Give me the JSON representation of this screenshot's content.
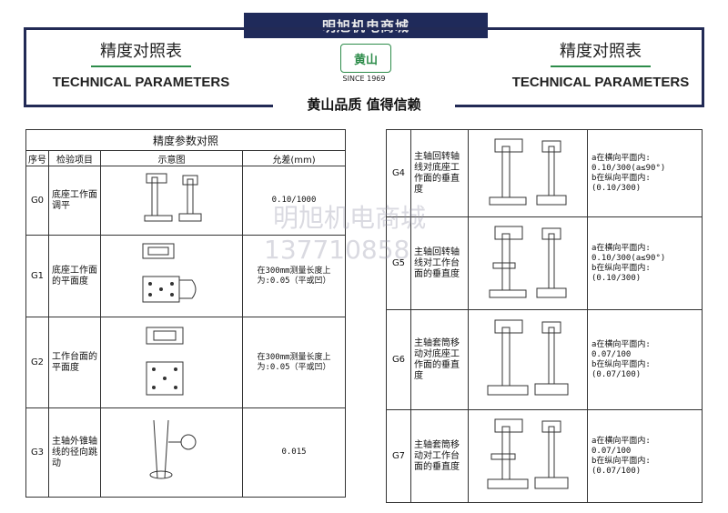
{
  "brand": {
    "top_bar": "明旭机电商城",
    "logo_text": "黄山",
    "since": "SINCE 1969",
    "slogan": "黄山品质 值得信赖"
  },
  "header": {
    "title_cn": "精度对照表",
    "title_en": "TECHNICAL PARAMETERS"
  },
  "left_table": {
    "title": "精度参数对照",
    "columns": [
      "序号",
      "检验项目",
      "示意图",
      "允差(mm)"
    ],
    "rows": [
      {
        "code": "G0",
        "item": "底座工作面调平",
        "tolerance": "0.10/1000"
      },
      {
        "code": "G1",
        "item": "底座工作面的平面度",
        "tolerance": "在300mm测量长度上为:0.05（平或凹）"
      },
      {
        "code": "G2",
        "item": "工作台面的平面度",
        "tolerance": "在300mm测量长度上为:0.05（平或凹）"
      },
      {
        "code": "G3",
        "item": "主轴外锥轴线的径向跳动",
        "tolerance": "0.015"
      }
    ]
  },
  "right_table": {
    "rows": [
      {
        "code": "G4",
        "item": "主轴回转轴线对底座工作面的垂直度",
        "tolerance": "a在横向平面内:\n0.10/300(a≤90°)\nb在纵向平面内:\n(0.10/300)"
      },
      {
        "code": "G5",
        "item": "主轴回转轴线对工作台面的垂直度",
        "tolerance": "a在横向平面内:\n0.10/300(a≤90°)\nb在纵向平面内:\n(0.10/300)"
      },
      {
        "code": "G6",
        "item": "主轴套筒移动对底座工作面的垂直度",
        "tolerance": "a在横向平面内:\n0.07/100\nb在纵向平面内:\n(0.07/100)"
      },
      {
        "code": "G7",
        "item": "主轴套筒移动对工作台面的垂直度",
        "tolerance": "a在横向平面内:\n0.07/100\nb在纵向平面内:\n(0.07/100)"
      }
    ]
  },
  "watermark": {
    "name": "明旭机电商城",
    "phone": "137710858"
  },
  "colors": {
    "navy": "#1f2a5a",
    "green": "#2d8c4a"
  }
}
